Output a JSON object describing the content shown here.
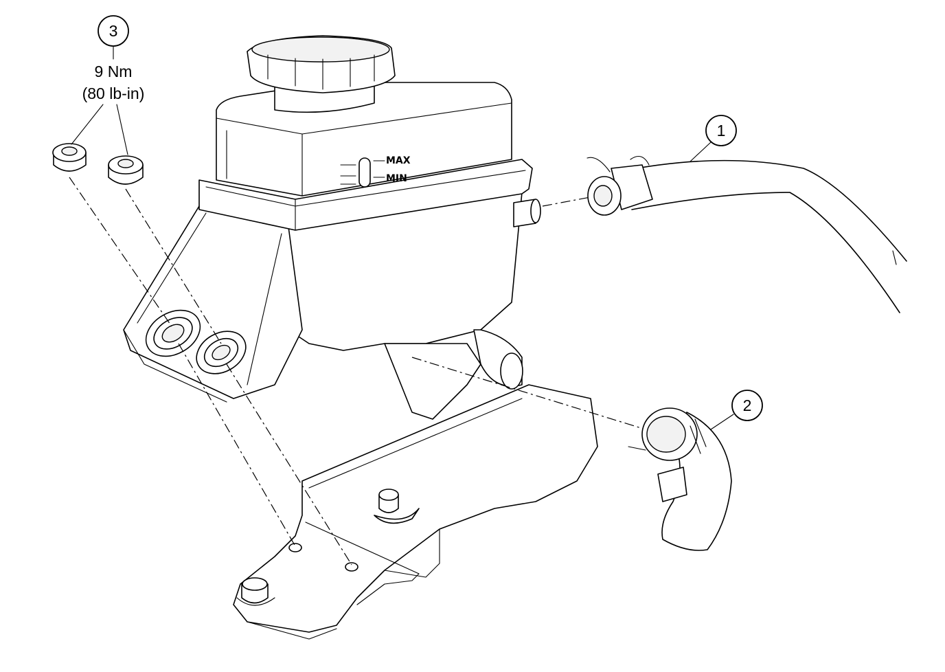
{
  "callouts": {
    "one": "1",
    "two": "2",
    "three": "3"
  },
  "torque": {
    "metric": "9 Nm",
    "imperial": "(80 lb-in)"
  },
  "reservoir_markings": {
    "max": "MAX",
    "min": "MIN"
  }
}
